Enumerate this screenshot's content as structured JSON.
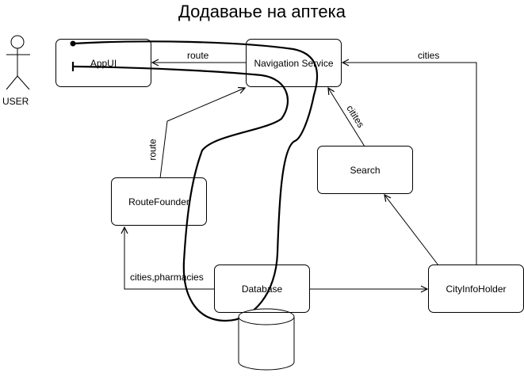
{
  "title": "Додавање на аптека",
  "actor": {
    "label": "USER"
  },
  "nodes": {
    "appui": "AppUI",
    "navigation": "Navigation Service",
    "search": "Search",
    "routefounder": "RouteFounder",
    "database": "Database",
    "cityinfo": "CityInfoHolder"
  },
  "edges": {
    "nav_to_appui": "route",
    "cityinfo_to_nav": "cities",
    "search_to_nav": "citites",
    "routefounder_to_nav": "route",
    "db_to_routefounder": "cities,pharmacies"
  }
}
